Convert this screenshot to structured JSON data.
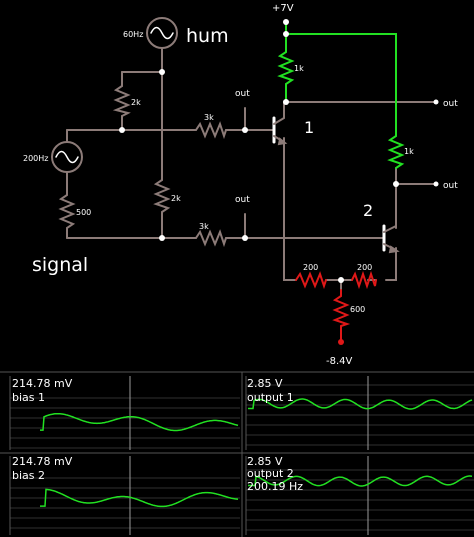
{
  "circuit": {
    "supply_pos": "+7V",
    "supply_neg": "-8.4V",
    "hum_source_freq": "60Hz",
    "hum_label": "hum",
    "signal_source_freq": "200Hz",
    "signal_label": "signal",
    "resistors": {
      "r_hum_bias": "2k",
      "r_signal_mid": "2k",
      "r_signal_source": "500",
      "r_base_1": "3k",
      "r_base_2": "3k",
      "r_collector_1": "1k",
      "r_collector_2": "1k",
      "r_emitter_1": "200",
      "r_emitter_2": "200",
      "r_tail": "600"
    },
    "transistor_1": "1",
    "transistor_2": "2",
    "out_labels": [
      "out",
      "out",
      "out",
      "out"
    ]
  },
  "scopes": [
    {
      "value": "214.78 mV",
      "name": "bias 1"
    },
    {
      "value": "2.85 V",
      "name": "output 1"
    },
    {
      "value": "214.78 mV",
      "name": "bias 2"
    },
    {
      "value": "2.85 V",
      "name": "output 2",
      "freq": "200.19 Hz"
    }
  ],
  "colors": {
    "wire": "#8c7b78",
    "active": "#22e022",
    "negative": "#e01818",
    "trace": "#22e022",
    "grid": "#2f2f2f",
    "cursor": "#9a9a9a"
  }
}
